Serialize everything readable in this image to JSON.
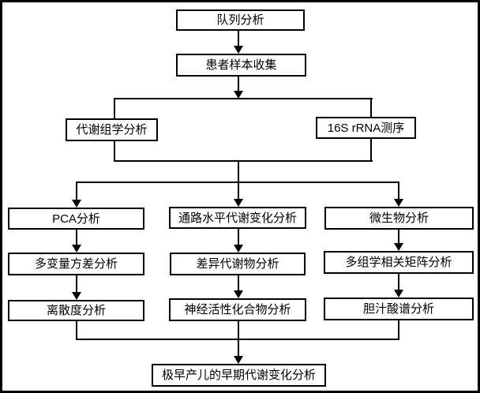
{
  "diagram": {
    "type": "flowchart",
    "background_color": "#ffffff",
    "line_color": "#000000",
    "box_fill_color": "#ffffff",
    "nodes": {
      "cohort": {
        "label": "队列分析"
      },
      "sample": {
        "label": "患者样本收集"
      },
      "metabolomics": {
        "label": "代谢组学分析"
      },
      "rrna": {
        "label": "16S rRNA测序"
      },
      "pca": {
        "label": "PCA分析"
      },
      "pathway": {
        "label": "通路水平代谢变化分析"
      },
      "microbiome": {
        "label": "微生物分析"
      },
      "manova": {
        "label": "多变量方差分析"
      },
      "diffmet": {
        "label": "差异代谢物分析"
      },
      "matrix": {
        "label": "多组学相关矩阵分析"
      },
      "dispersion": {
        "label": "离散度分析"
      },
      "neuro": {
        "label": "神经活性化合物分析"
      },
      "bile": {
        "label": "胆汁酸谱分析"
      },
      "final": {
        "label": "极早产儿的早期代谢变化分析"
      }
    },
    "edges": [
      {
        "from": "队列分析",
        "to": "患者样本收集",
        "arrow": true
      },
      {
        "from": "患者样本收集",
        "to": "代谢组学分析",
        "arrow": true
      },
      {
        "from": "患者样本收集",
        "to": "16S rRNA测序",
        "arrow": true
      },
      {
        "from": "代谢组学分析 / 16S rRNA测序",
        "to": "PCA分析",
        "arrow": true
      },
      {
        "from": "代谢组学分析 / 16S rRNA测序",
        "to": "通路水平代谢变化分析",
        "arrow": true
      },
      {
        "from": "代谢组学分析 / 16S rRNA测序",
        "to": "微生物分析",
        "arrow": true
      },
      {
        "from": "PCA分析",
        "to": "多变量方差分析",
        "arrow": true
      },
      {
        "from": "多变量方差分析",
        "to": "离散度分析",
        "arrow": true
      },
      {
        "from": "通路水平代谢变化分析",
        "to": "差异代谢物分析",
        "arrow": true
      },
      {
        "from": "差异代谢物分析",
        "to": "神经活性化合物分析",
        "arrow": true
      },
      {
        "from": "微生物分析",
        "to": "多组学相关矩阵分析",
        "arrow": true
      },
      {
        "from": "多组学相关矩阵分析",
        "to": "胆汁酸谱分析",
        "arrow": true
      },
      {
        "from": "离散度分析 / 神经活性化合物分析 / 胆汁酸谱分析",
        "to": "极早产儿的早期代谢变化分析",
        "arrow": true
      }
    ]
  }
}
